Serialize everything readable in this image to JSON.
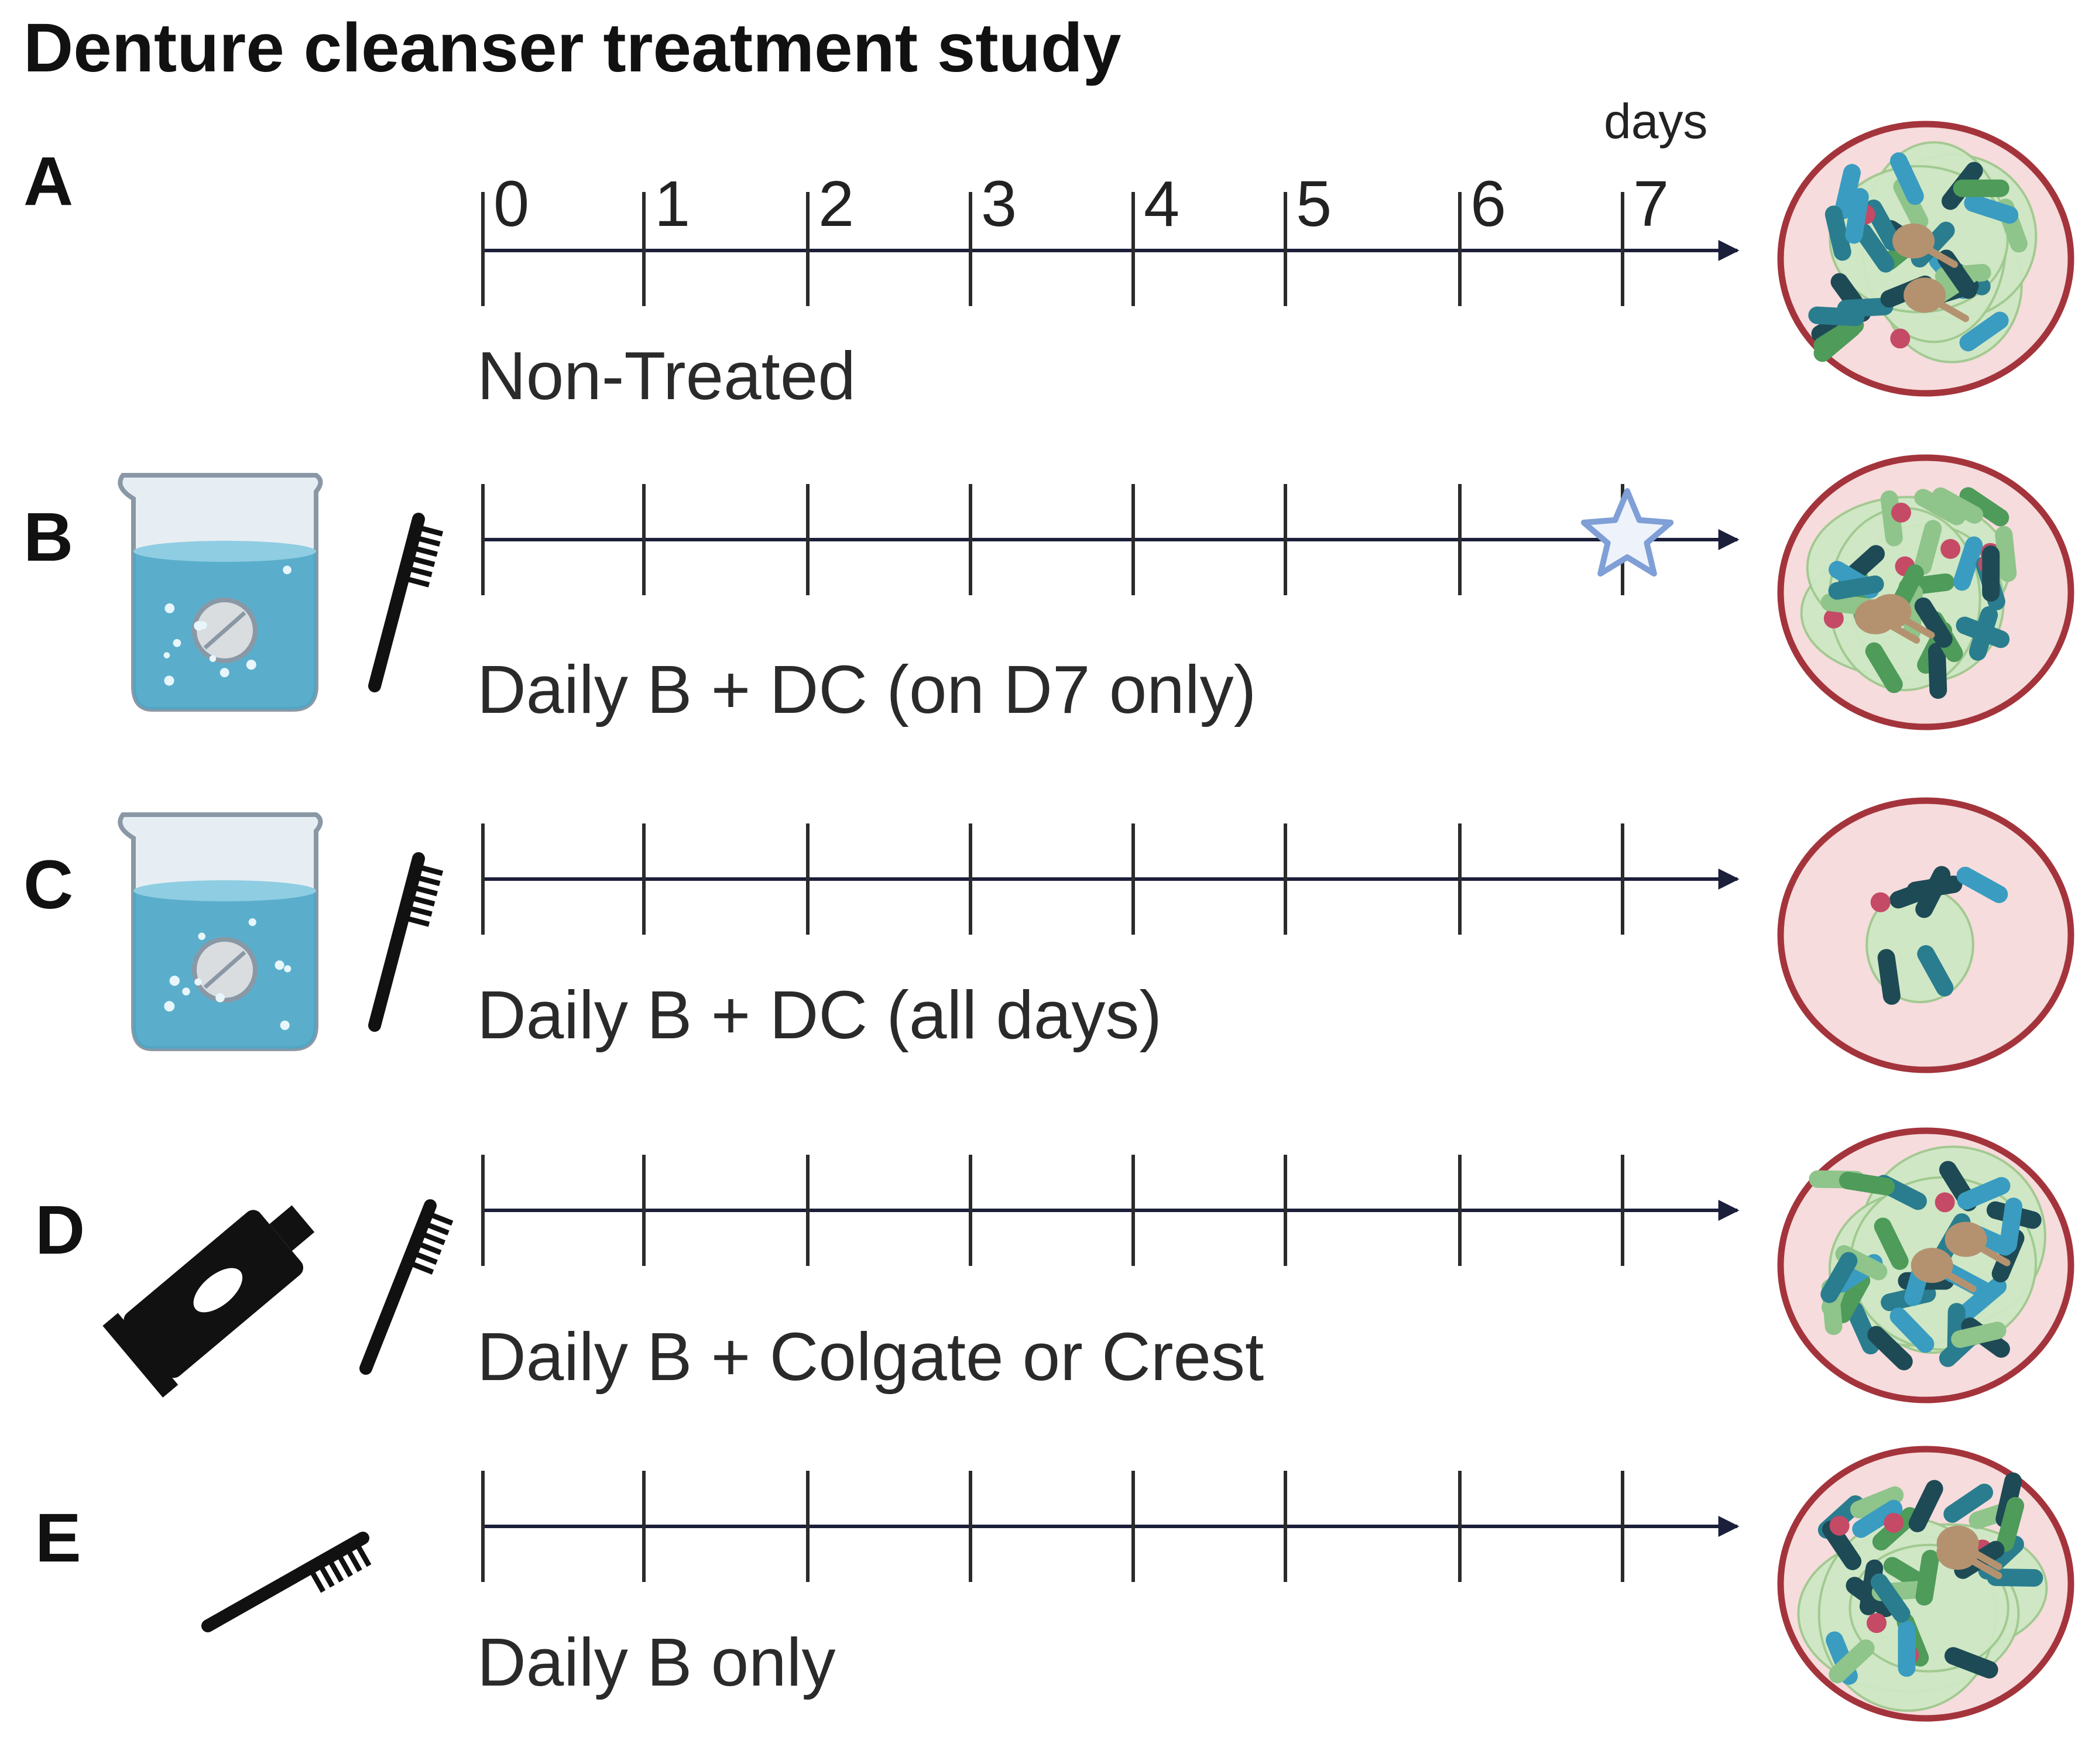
{
  "title": "Denture cleanser treatment study",
  "axis": {
    "unit": "days",
    "days": [
      "0",
      "1",
      "2",
      "3",
      "4",
      "5",
      "6",
      "7"
    ]
  },
  "colors": {
    "timeline": "#1b1f3a",
    "dish_rim": "#a4343c",
    "dish_fill": "#f6dcdc",
    "biofilm": "#cfe8c4",
    "bacteria": [
      "#2a7d8e",
      "#1d4a55",
      "#4e9b5a",
      "#8fc48a",
      "#c54a66",
      "#3a9cc0"
    ],
    "spore": "#b49270",
    "water": "#4aa6c8",
    "star": "#7f9fd6"
  },
  "rows": [
    {
      "letter": "A",
      "label": "Non-Treated",
      "icons": [],
      "burden": "high"
    },
    {
      "letter": "B",
      "label": "Daily B + DC (on D7 only)",
      "icons": [
        "beaker-icon",
        "toothbrush-icon"
      ],
      "marker": "star-icon",
      "burden": "high"
    },
    {
      "letter": "C",
      "label": "Daily B + DC (all days)",
      "icons": [
        "beaker-icon",
        "toothbrush-icon"
      ],
      "burden": "low"
    },
    {
      "letter": "D",
      "label": "Daily B + Colgate or Crest",
      "icons": [
        "toothpaste-icon",
        "toothbrush-icon"
      ],
      "burden": "high"
    },
    {
      "letter": "E",
      "label": "Daily B only",
      "icons": [
        "toothbrush-icon"
      ],
      "burden": "high"
    }
  ]
}
